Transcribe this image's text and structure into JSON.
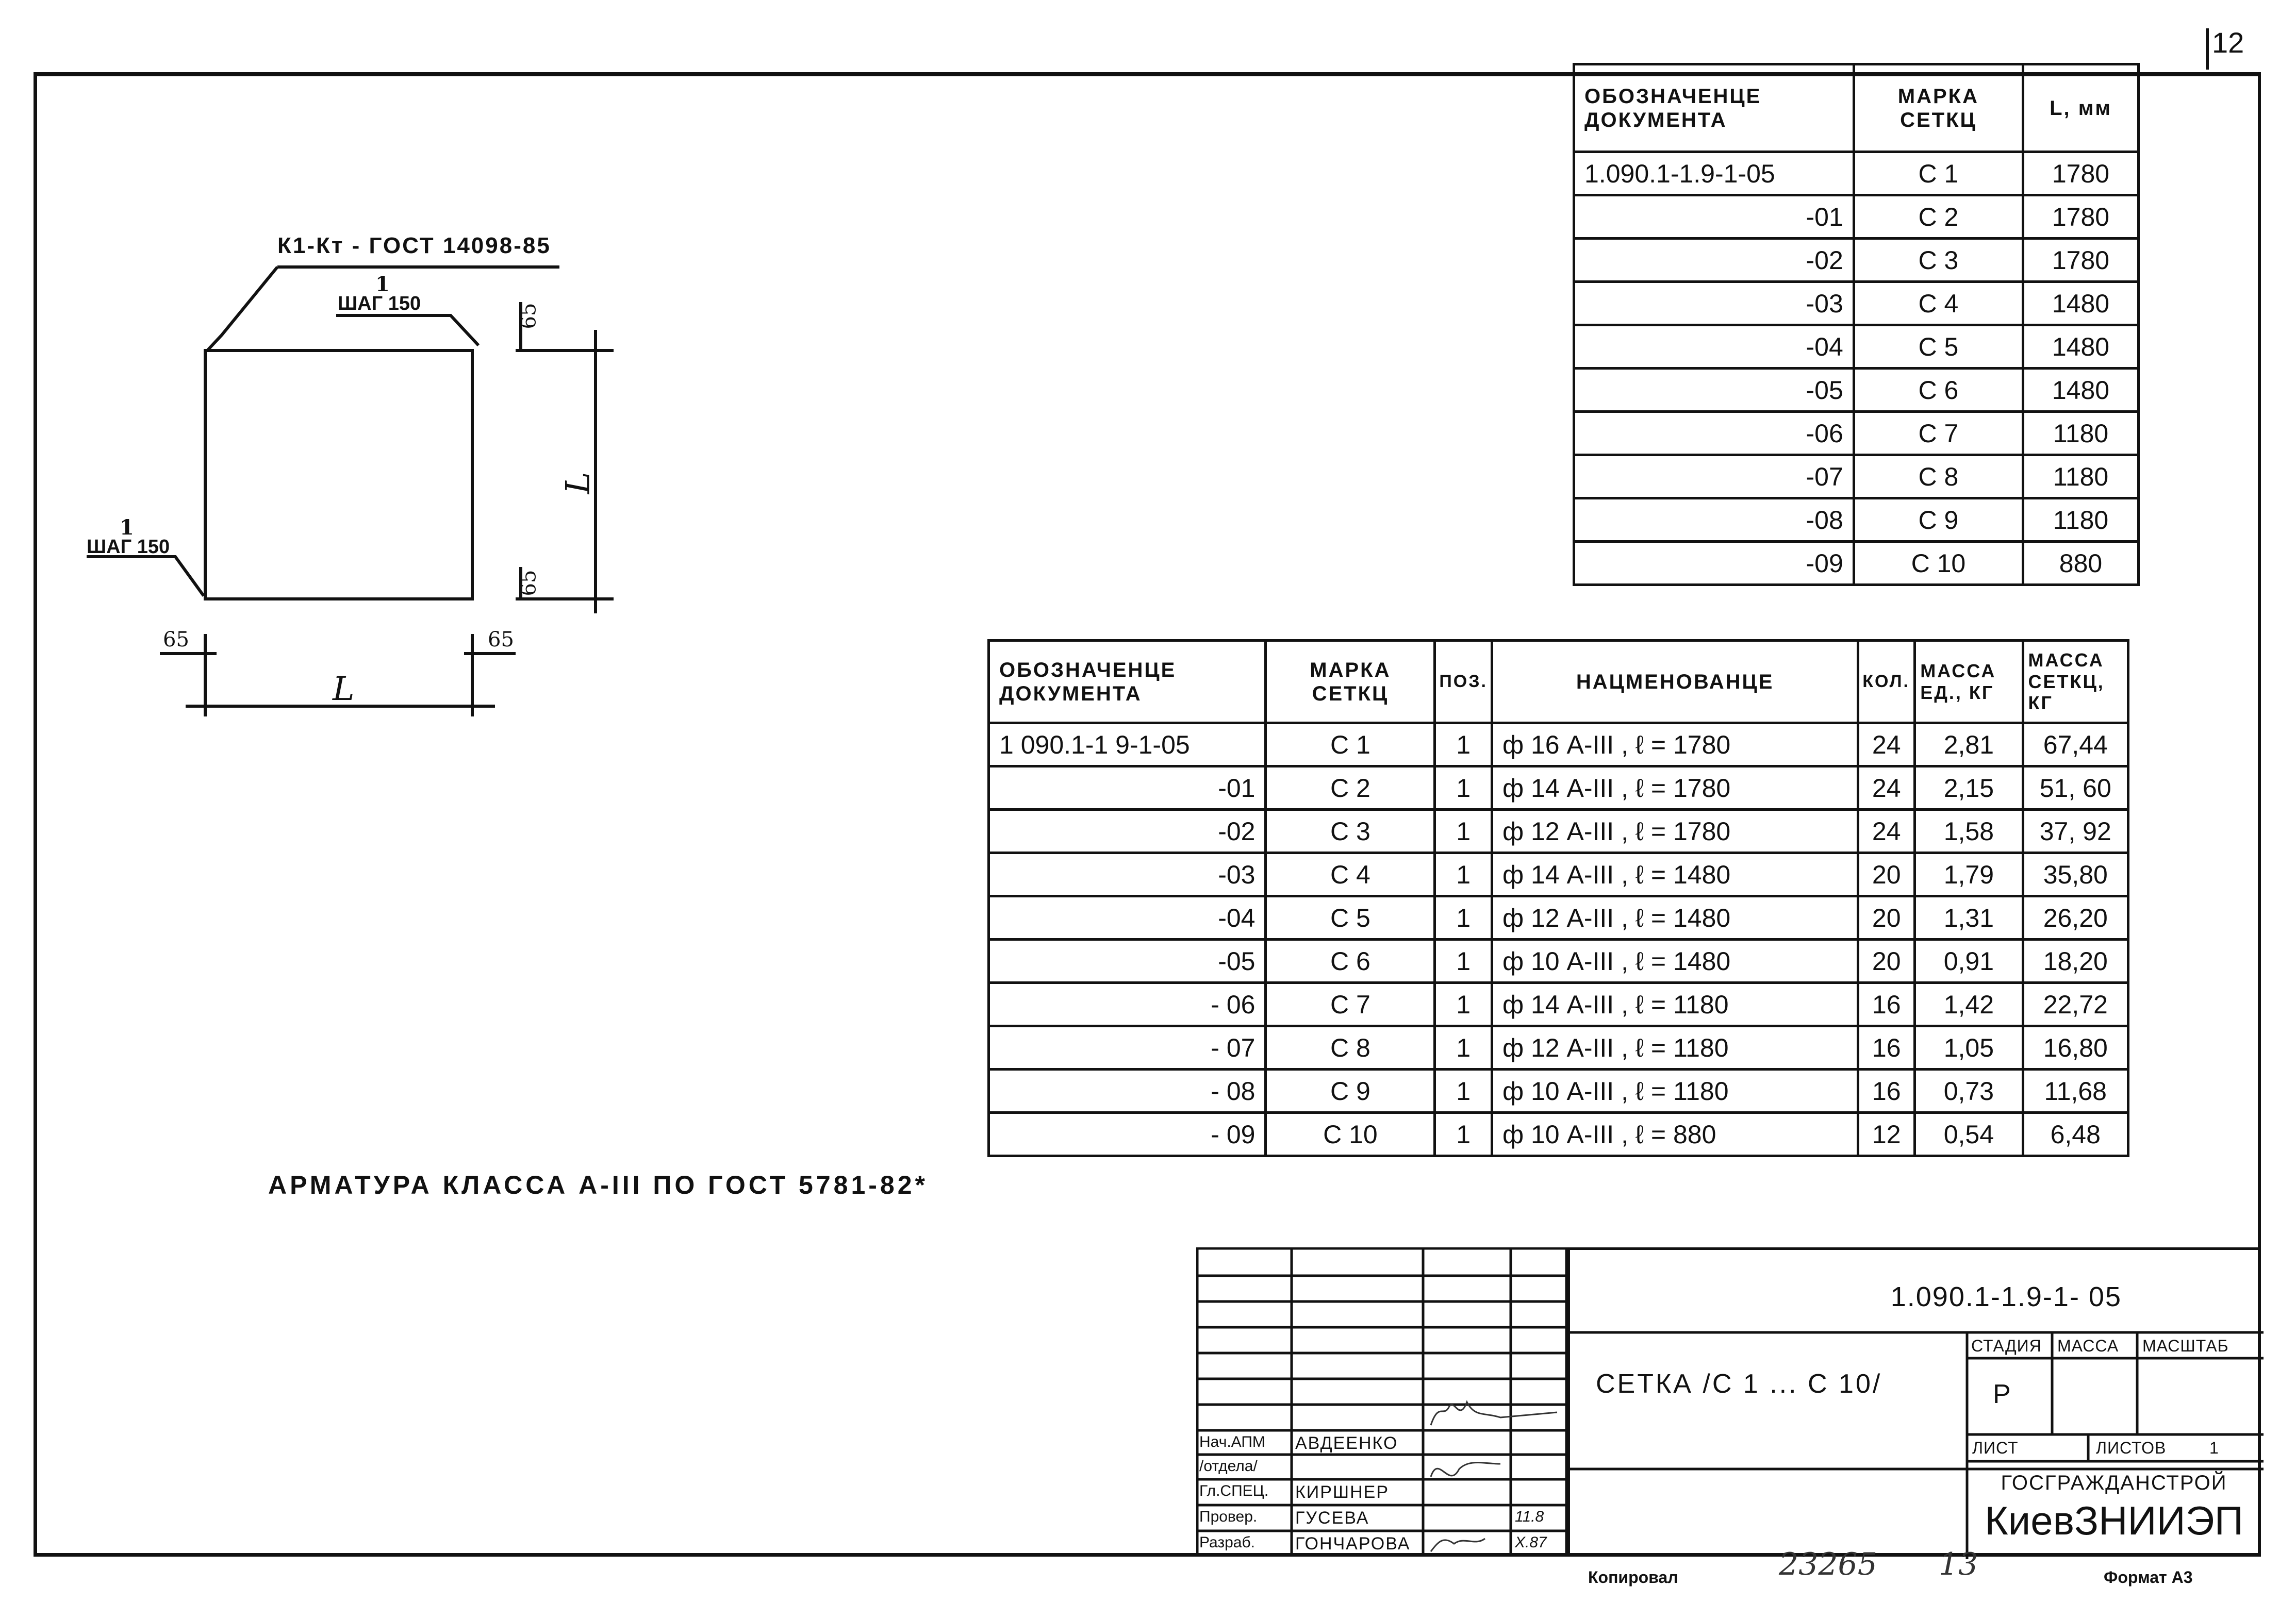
{
  "sheet_number": "12",
  "drawing": {
    "callout_top": "К1-Кт - ГОСТ 14098-85",
    "pos_top": "1",
    "step_top": "ШАГ 150",
    "pos_left": "1",
    "step_left": "ШАГ 150",
    "dim_65_top": "65",
    "dim_65_bottom": "65",
    "dim_65_left": "65",
    "dim_65_right": "65",
    "dim_L_bottom": "L",
    "dim_L_right": "L"
  },
  "table_top": {
    "headers": [
      "ОБОЗНАЧЕНЦЕ ДОКУМЕНТА",
      "МАРКА СЕТКЦ",
      "L, мм"
    ],
    "rows": [
      {
        "doc": "1.090.1-1.9-1-05",
        "mark": "С 1",
        "len": "1780"
      },
      {
        "doc": "-01",
        "mark": "С 2",
        "len": "1780"
      },
      {
        "doc": "-02",
        "mark": "С 3",
        "len": "1780"
      },
      {
        "doc": "-03",
        "mark": "С 4",
        "len": "1480"
      },
      {
        "doc": "-04",
        "mark": "С 5",
        "len": "1480"
      },
      {
        "doc": "-05",
        "mark": "С 6",
        "len": "1480"
      },
      {
        "doc": "-06",
        "mark": "С 7",
        "len": "1180"
      },
      {
        "doc": "-07",
        "mark": "С 8",
        "len": "1180"
      },
      {
        "doc": "-08",
        "mark": "С 9",
        "len": "1180"
      },
      {
        "doc": "-09",
        "mark": "С 10",
        "len": "880"
      }
    ]
  },
  "table_main": {
    "headers": [
      "ОБОЗНАЧЕНЦЕ ДОКУМЕНТА",
      "МАРКА СЕТКЦ",
      "ПОЗ.",
      "НАЦМЕНОВАНЦЕ",
      "КОЛ.",
      "МАССА ЕД., КГ",
      "МАССА СЕТКЦ, КГ"
    ],
    "rows": [
      {
        "doc": "1 090.1-1 9-1-05",
        "mark": "С 1",
        "pos": "1",
        "name": "ф 16 А-III ,   ℓ = 1780",
        "qty": "24",
        "unit": "2,81",
        "total": "67,44"
      },
      {
        "doc": "-01",
        "mark": "С 2",
        "pos": "1",
        "name": "ф 14 А-III ,   ℓ = 1780",
        "qty": "24",
        "unit": "2,15",
        "total": "51, 60"
      },
      {
        "doc": "-02",
        "mark": "С 3",
        "pos": "1",
        "name": "ф 12 А-III ,   ℓ = 1780",
        "qty": "24",
        "unit": "1,58",
        "total": "37, 92"
      },
      {
        "doc": "-03",
        "mark": "С 4",
        "pos": "1",
        "name": "ф 14 А-III ,   ℓ = 1480",
        "qty": "20",
        "unit": "1,79",
        "total": "35,80"
      },
      {
        "doc": "-04",
        "mark": "С 5",
        "pos": "1",
        "name": "ф 12 А-III ,   ℓ = 1480",
        "qty": "20",
        "unit": "1,31",
        "total": "26,20"
      },
      {
        "doc": "-05",
        "mark": "С 6",
        "pos": "1",
        "name": "ф 10 А-III ,   ℓ = 1480",
        "qty": "20",
        "unit": "0,91",
        "total": "18,20"
      },
      {
        "doc": "- 06",
        "mark": "С 7",
        "pos": "1",
        "name": "ф 14 А-III ,   ℓ = 1180",
        "qty": "16",
        "unit": "1,42",
        "total": "22,72"
      },
      {
        "doc": "- 07",
        "mark": "С 8",
        "pos": "1",
        "name": "ф 12 А-III ,   ℓ = 1180",
        "qty": "16",
        "unit": "1,05",
        "total": "16,80"
      },
      {
        "doc": "- 08",
        "mark": "С 9",
        "pos": "1",
        "name": "ф 10 А-III ,   ℓ = 1180",
        "qty": "16",
        "unit": "0,73",
        "total": "11,68"
      },
      {
        "doc": "- 09",
        "mark": "С 10",
        "pos": "1",
        "name": "ф 10 А-III ,   ℓ =  880",
        "qty": "12",
        "unit": "0,54",
        "total": "6,48"
      }
    ]
  },
  "note": "АРМАТУРА КЛАССА А-III ПО ГОСТ 5781-82*",
  "title_block": {
    "code": "1.090.1-1.9-1- 05",
    "title": "СЕТКА  /С 1 ... С 10/",
    "stage_label": "СТАДИЯ",
    "mass_label": "МАССА",
    "scale_label": "МАСШТАБ",
    "stage_value": "Р",
    "sheet_label": "ЛИСТ",
    "sheets_label": "ЛИСТОВ",
    "sheets_value": "1",
    "org_line1": "ГОСГРАЖДАНСТРОЙ",
    "org_line2": "КиевЗНИИЭП",
    "signers": [
      {
        "role": "Нач.АПМ",
        "name": "АВДЕЕНКО",
        "date": ""
      },
      {
        "role": "/отдела/",
        "name": "",
        "date": ""
      },
      {
        "role": "Гл.СПЕЦ.",
        "name": "КИРШНЕР",
        "date": ""
      },
      {
        "role": "Провер.",
        "name": "ГУСЕВА",
        "date": "11.8"
      },
      {
        "role": "Разраб.",
        "name": "ГОНЧАРОВА",
        "date": "X.87"
      }
    ]
  },
  "footer": {
    "copied_label": "Копировал",
    "number": "23265",
    "number2": "13",
    "format_label": "Формат  А3"
  }
}
